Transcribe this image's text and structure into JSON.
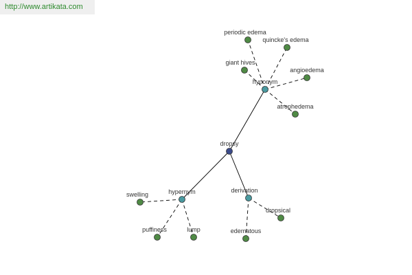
{
  "header": {
    "url": "http://www.artikata.com"
  },
  "graph": {
    "colors": {
      "center": "#3b4a8a",
      "relation": "#4a9aa0",
      "leaf": "#4f8a45",
      "outline": "#333333",
      "edge": "#000000"
    },
    "nodes": [
      {
        "id": "dropsy",
        "label": "dropsy",
        "kind": "center"
      },
      {
        "id": "hyponym",
        "label": "hyponym",
        "kind": "relation"
      },
      {
        "id": "hypernym",
        "label": "hypernym",
        "kind": "relation"
      },
      {
        "id": "derivation",
        "label": "derivation",
        "kind": "relation"
      },
      {
        "id": "periodic-edema",
        "label": "periodic edema",
        "kind": "leaf"
      },
      {
        "id": "quinckes-edema",
        "label": "quincke's edema",
        "kind": "leaf"
      },
      {
        "id": "giant-hives",
        "label": "giant hives",
        "kind": "leaf"
      },
      {
        "id": "angioedema",
        "label": "angioedema",
        "kind": "leaf"
      },
      {
        "id": "atrophedema",
        "label": "atrophedema",
        "kind": "leaf"
      },
      {
        "id": "swelling",
        "label": "swelling",
        "kind": "leaf"
      },
      {
        "id": "puffiness",
        "label": "puffiness",
        "kind": "leaf"
      },
      {
        "id": "lump",
        "label": "lump",
        "kind": "leaf"
      },
      {
        "id": "edematous",
        "label": "edematous",
        "kind": "leaf"
      },
      {
        "id": "dropsical",
        "label": "dropsical",
        "kind": "leaf"
      }
    ],
    "edges": [
      {
        "from": "dropsy",
        "to": "hyponym",
        "style": "solid"
      },
      {
        "from": "dropsy",
        "to": "hypernym",
        "style": "solid"
      },
      {
        "from": "dropsy",
        "to": "derivation",
        "style": "solid"
      },
      {
        "from": "hyponym",
        "to": "periodic-edema",
        "style": "dashed"
      },
      {
        "from": "hyponym",
        "to": "quinckes-edema",
        "style": "dashed"
      },
      {
        "from": "hyponym",
        "to": "giant-hives",
        "style": "dashed"
      },
      {
        "from": "hyponym",
        "to": "angioedema",
        "style": "dashed"
      },
      {
        "from": "hyponym",
        "to": "atrophedema",
        "style": "dashed"
      },
      {
        "from": "hypernym",
        "to": "swelling",
        "style": "dashed"
      },
      {
        "from": "hypernym",
        "to": "puffiness",
        "style": "dashed"
      },
      {
        "from": "hypernym",
        "to": "lump",
        "style": "dashed"
      },
      {
        "from": "derivation",
        "to": "edematous",
        "style": "dashed"
      },
      {
        "from": "derivation",
        "to": "dropsical",
        "style": "dashed"
      }
    ]
  }
}
